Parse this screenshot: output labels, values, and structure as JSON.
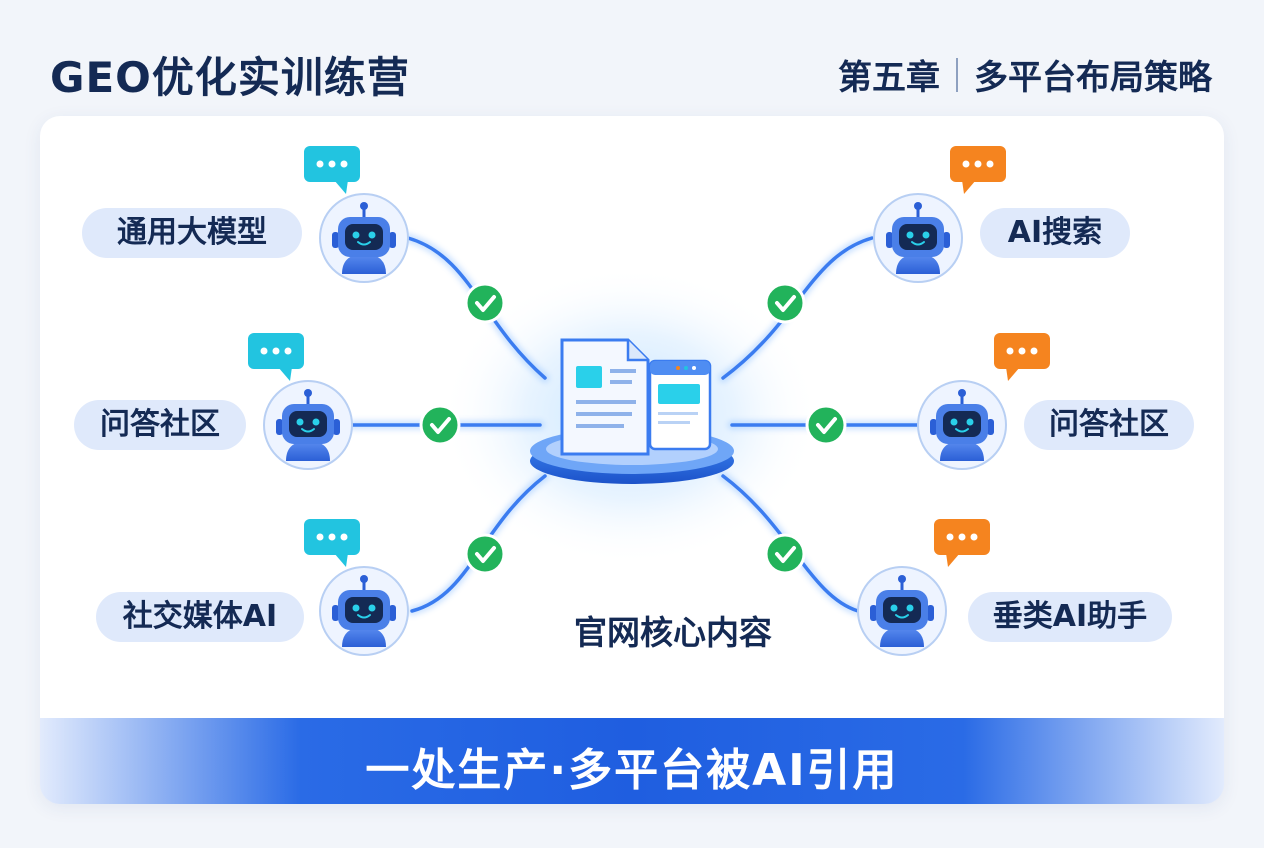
{
  "header": {
    "title": "GEO优化实训练营",
    "chapter": "第五章",
    "chapter_subtitle": "多平台布局策略"
  },
  "hub": {
    "label": "官网核心内容"
  },
  "platforms_left": [
    {
      "label": "通用大模型",
      "bubble_color": "#22c4e0"
    },
    {
      "label": "问答社区",
      "bubble_color": "#22c4e0"
    },
    {
      "label": "社交媒体AI",
      "bubble_color": "#22c4e0"
    }
  ],
  "platforms_right": [
    {
      "label": "AI搜索",
      "bubble_color": "#f5841f"
    },
    {
      "label": "问答社区",
      "bubble_color": "#f5841f"
    },
    {
      "label": "垂类AI助手",
      "bubble_color": "#f5841f"
    }
  ],
  "banner": {
    "text": "一处生产·多平台被AI引用"
  },
  "colors": {
    "primary": "#2a6be6",
    "dark_text": "#142a54",
    "check": "#22b35b"
  }
}
